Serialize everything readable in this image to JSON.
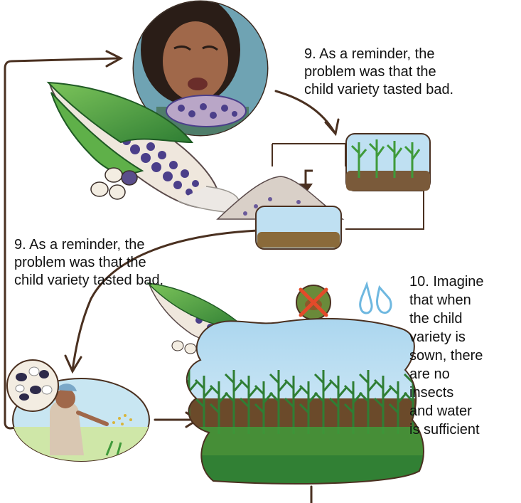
{
  "captions": {
    "step9_top": "9. As a reminder, the\nproblem was that the\nchild variety tasted bad.",
    "step9_mid": "9. As a reminder, the\nproblem was that the\nchild variety tasted bad.",
    "step10": "10. Imagine\nthat when\nthe child\nvariety is\nsown, there\nare no\ninsects\nand water\nis sufficient"
  },
  "icons": [
    "woman-tasting-icon",
    "corn-cob-icon",
    "seed-icon",
    "seed-pile-icon",
    "maize-field-icon",
    "no-insects-icon",
    "water-drops-icon",
    "farmer-sowing-icon"
  ],
  "colors": {
    "line": "#4a3020",
    "sky": "#bfe0f2",
    "leaf": "#3f9a3a",
    "corn_purple": "#4b3f8a",
    "no_sign": "#e34a2a"
  }
}
